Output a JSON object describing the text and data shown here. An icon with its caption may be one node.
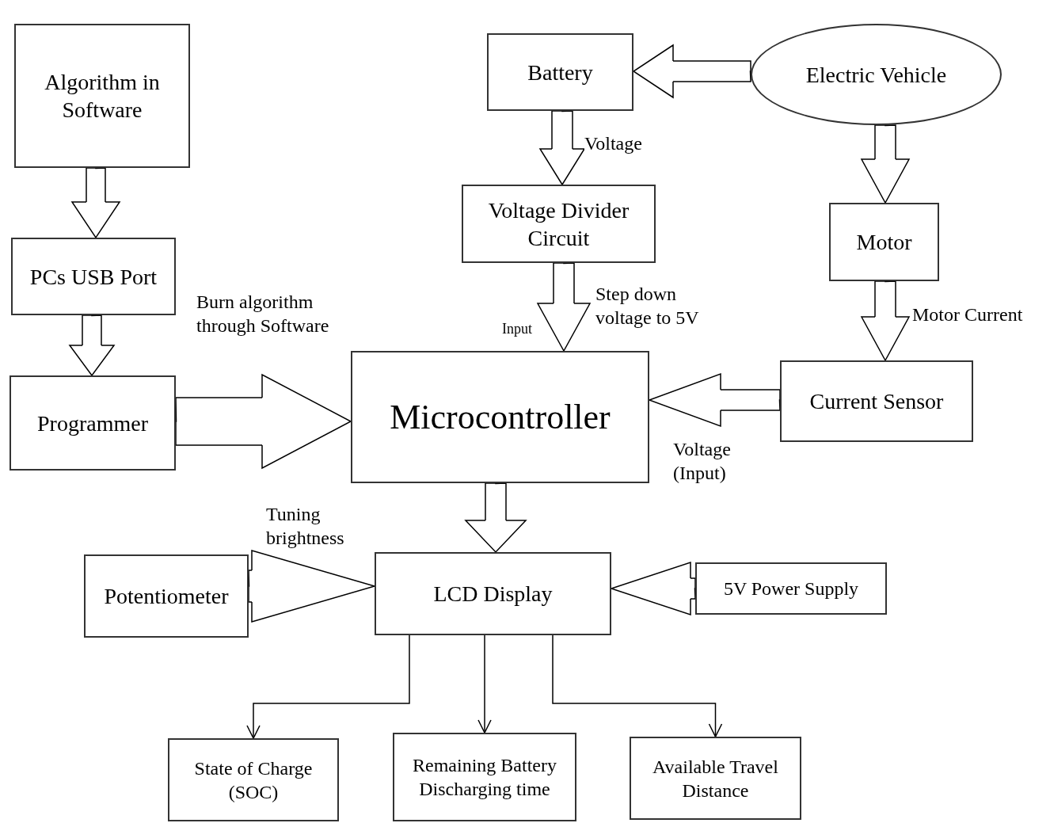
{
  "diagram": {
    "nodes": [
      {
        "text": [
          "Algorithm in Software"
        ]
      },
      {
        "text": [
          "PCs USB Port"
        ]
      },
      {
        "text": [
          "Programmer"
        ]
      },
      {
        "text": [
          "Battery"
        ]
      },
      {
        "text": [
          "Electric Vehicle"
        ]
      },
      {
        "text": [
          "Voltage Divider Circuit"
        ]
      },
      {
        "text": [
          "Motor"
        ]
      },
      {
        "text": [
          "Microcontroller"
        ]
      },
      {
        "text": [
          "Current Sensor"
        ]
      },
      {
        "text": [
          "Potentiometer"
        ]
      },
      {
        "text": [
          "LCD Display"
        ]
      },
      {
        "text": [
          "5V Power Supply"
        ]
      },
      {
        "text": [
          "State of Charge (SOC)"
        ]
      },
      {
        "text": [
          "Remaining Battery Discharging time"
        ]
      },
      {
        "text": [
          "Available Travel Distance"
        ]
      }
    ],
    "edges": [
      {
        "from": 0,
        "to": 1,
        "arrow": "to"
      },
      {
        "from": 1,
        "to": 2,
        "arrow": "to"
      },
      {
        "from": 2,
        "to": 7,
        "arrow": "to",
        "label": "Burn algorithm through Software"
      },
      {
        "from": 4,
        "to": 3,
        "arrow": "to"
      },
      {
        "from": 3,
        "to": 5,
        "arrow": "to",
        "label": "Voltage"
      },
      {
        "from": 5,
        "to": 7,
        "arrow": "to",
        "label": "Step down voltage to 5V"
      },
      {
        "from": 4,
        "to": 6,
        "arrow": "to"
      },
      {
        "from": 6,
        "to": 8,
        "arrow": "to",
        "label": "Motor Current"
      },
      {
        "from": 8,
        "to": 7,
        "arrow": "to",
        "label": "Voltage (Input)"
      },
      {
        "from": 7,
        "to": 10,
        "arrow": "to"
      },
      {
        "from": 9,
        "to": 10,
        "arrow": "to",
        "label": "Tuning brightness"
      },
      {
        "from": 11,
        "to": 10,
        "arrow": "to"
      },
      {
        "from": 10,
        "to": 12,
        "arrow": "to"
      },
      {
        "from": 10,
        "to": 13,
        "arrow": "to"
      },
      {
        "from": 10,
        "to": 14,
        "arrow": "to"
      }
    ],
    "labels": [
      "Input"
    ]
  }
}
